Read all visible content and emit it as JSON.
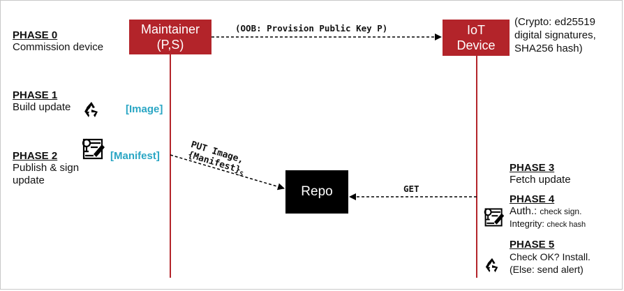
{
  "boxes": {
    "maintainer": {
      "line1": "Maintainer",
      "line2": "(P,S)"
    },
    "iot": {
      "line1": "IoT",
      "line2": "Device"
    },
    "repo": {
      "label": "Repo"
    }
  },
  "crypto_note": [
    "(Crypto: ed25519",
    "digital signatures,",
    "SHA256 hash)"
  ],
  "arrows": {
    "oob": "(OOB: Provision Public Key P)",
    "put_line1": "PUT Image,",
    "put_line2": "{Manifest}",
    "put_sub": "S",
    "get": "GET"
  },
  "labels": {
    "image": "[Image]",
    "manifest": "[Manifest]"
  },
  "phases": {
    "p0": {
      "title": "PHASE 0",
      "desc": [
        "Commission device"
      ]
    },
    "p1": {
      "title": "PHASE 1",
      "desc": [
        "Build update"
      ]
    },
    "p2": {
      "title": "PHASE 2",
      "desc": [
        "Publish & sign",
        "update"
      ]
    },
    "p3": {
      "title": "PHASE 3",
      "desc": [
        "Fetch update"
      ]
    },
    "p4": {
      "title": "PHASE 4",
      "auth_label": "Auth.:",
      "auth_val": "check sign.",
      "int_label": "Integrity:",
      "int_val": "check hash"
    },
    "p5": {
      "title": "PHASE 5",
      "desc": [
        "Check OK? Install.",
        "(Else: send alert)"
      ]
    }
  },
  "colors": {
    "maroon": "#b3242a",
    "teal": "#2aa6c4",
    "repo": "#000000"
  },
  "icons": [
    "recycle-icon",
    "signed-document-icon"
  ]
}
